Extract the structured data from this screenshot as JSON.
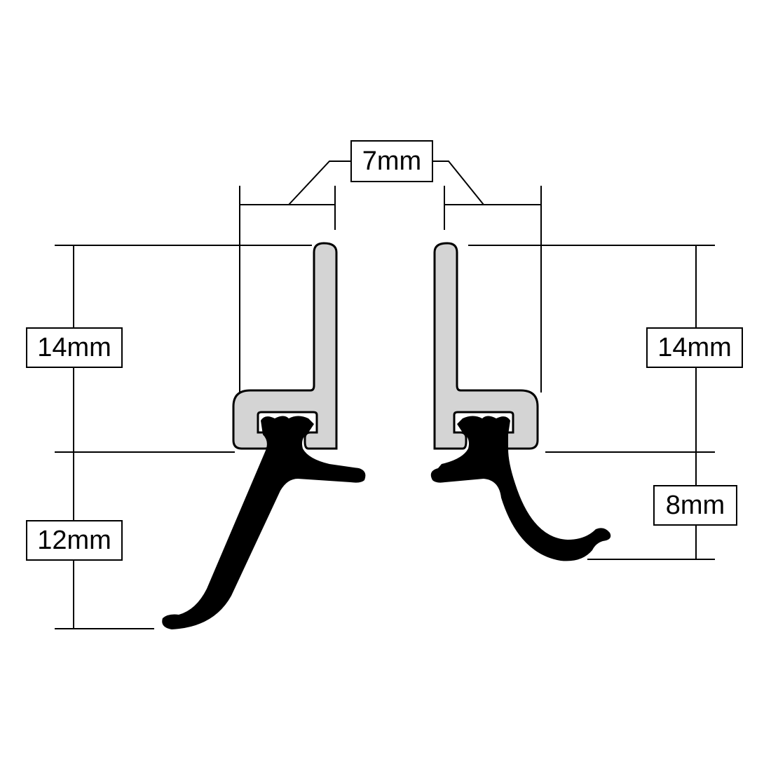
{
  "title": "Seal profile dimensions",
  "dimensions": {
    "top_width": "7mm",
    "left_profile_height": "14mm",
    "left_seal_drop": "12mm",
    "right_profile_height": "14mm",
    "right_seal_drop": "8mm"
  },
  "colors": {
    "profile": "#d4d4d4",
    "seal": "#000000",
    "line": "#000000"
  }
}
